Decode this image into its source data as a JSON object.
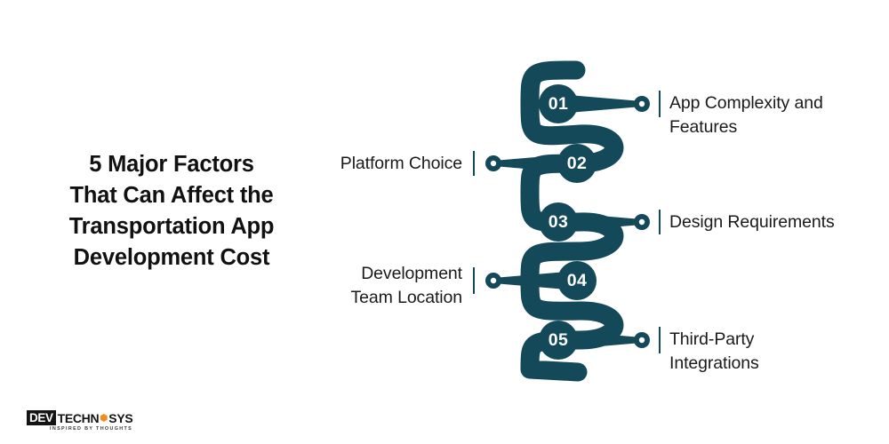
{
  "theme": {
    "accent": "#14495a",
    "text": "#1a1a1a",
    "title_text": "#111111",
    "background": "#ffffff",
    "node_number_color": "#ffffff",
    "logo_orange": "#f28c1c"
  },
  "title": {
    "lines": [
      "5 Major Factors",
      "That Can Affect the",
      "Transportation App",
      "Development Cost"
    ]
  },
  "items": [
    {
      "number": "01",
      "side": "right",
      "lines": [
        "App Complexity and",
        "Features"
      ]
    },
    {
      "number": "02",
      "side": "left",
      "lines": [
        "Platform Choice"
      ]
    },
    {
      "number": "03",
      "side": "right",
      "lines": [
        "Design Requirements"
      ]
    },
    {
      "number": "04",
      "side": "left",
      "lines": [
        "Development",
        "Team Location"
      ]
    },
    {
      "number": "05",
      "side": "right",
      "lines": [
        "Third-Party",
        "Integrations"
      ]
    }
  ],
  "logo": {
    "badge": "DEV",
    "word_start": "TECHN",
    "word_end": "SYS",
    "tagline": "INSPIRED BY THOUGHTS"
  }
}
